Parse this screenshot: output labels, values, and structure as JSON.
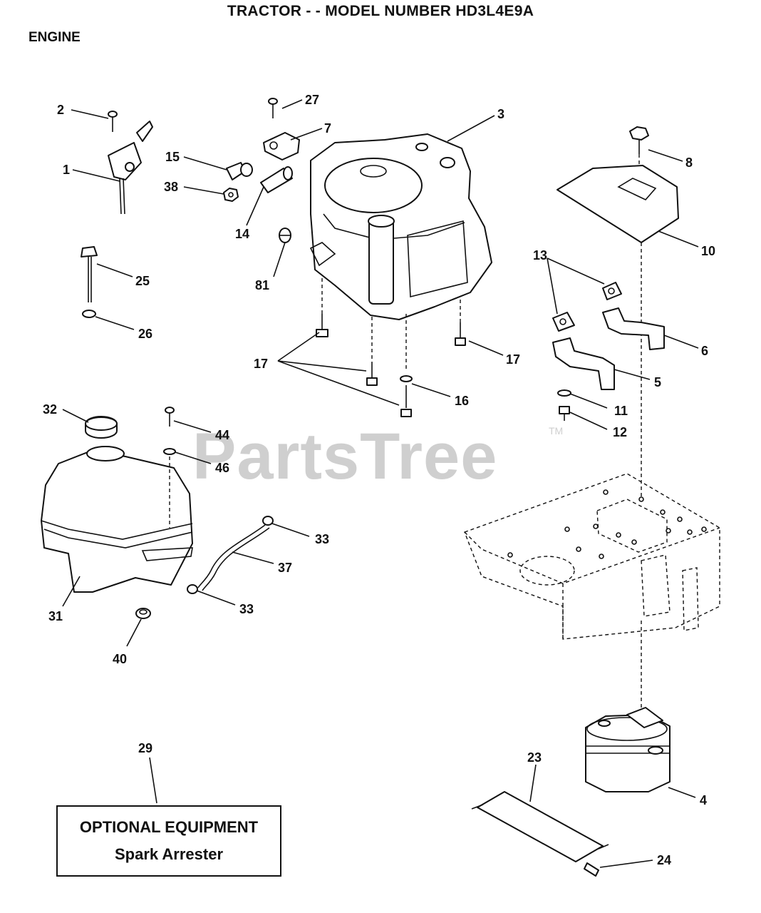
{
  "header": {
    "title": "TRACTOR - - MODEL NUMBER HD3L4E9A",
    "section": "ENGINE"
  },
  "watermark": {
    "text": "PartsTree",
    "tm": "TM"
  },
  "optional_equipment": {
    "heading": "OPTIONAL EQUIPMENT",
    "item": "Spark Arrester"
  },
  "callouts": {
    "c1": "1",
    "c2": "2",
    "c3": "3",
    "c4": "4",
    "c5": "5",
    "c6": "6",
    "c7": "7",
    "c8": "8",
    "c10": "10",
    "c11": "11",
    "c12": "12",
    "c13": "13",
    "c14": "14",
    "c15": "15",
    "c16": "16",
    "c17a": "17",
    "c17b": "17",
    "c23": "23",
    "c24": "24",
    "c25": "25",
    "c26": "26",
    "c27": "27",
    "c29": "29",
    "c31": "31",
    "c32": "32",
    "c33a": "33",
    "c33b": "33",
    "c37": "37",
    "c38": "38",
    "c40": "40",
    "c44": "44",
    "c46": "46",
    "c81": "81"
  }
}
